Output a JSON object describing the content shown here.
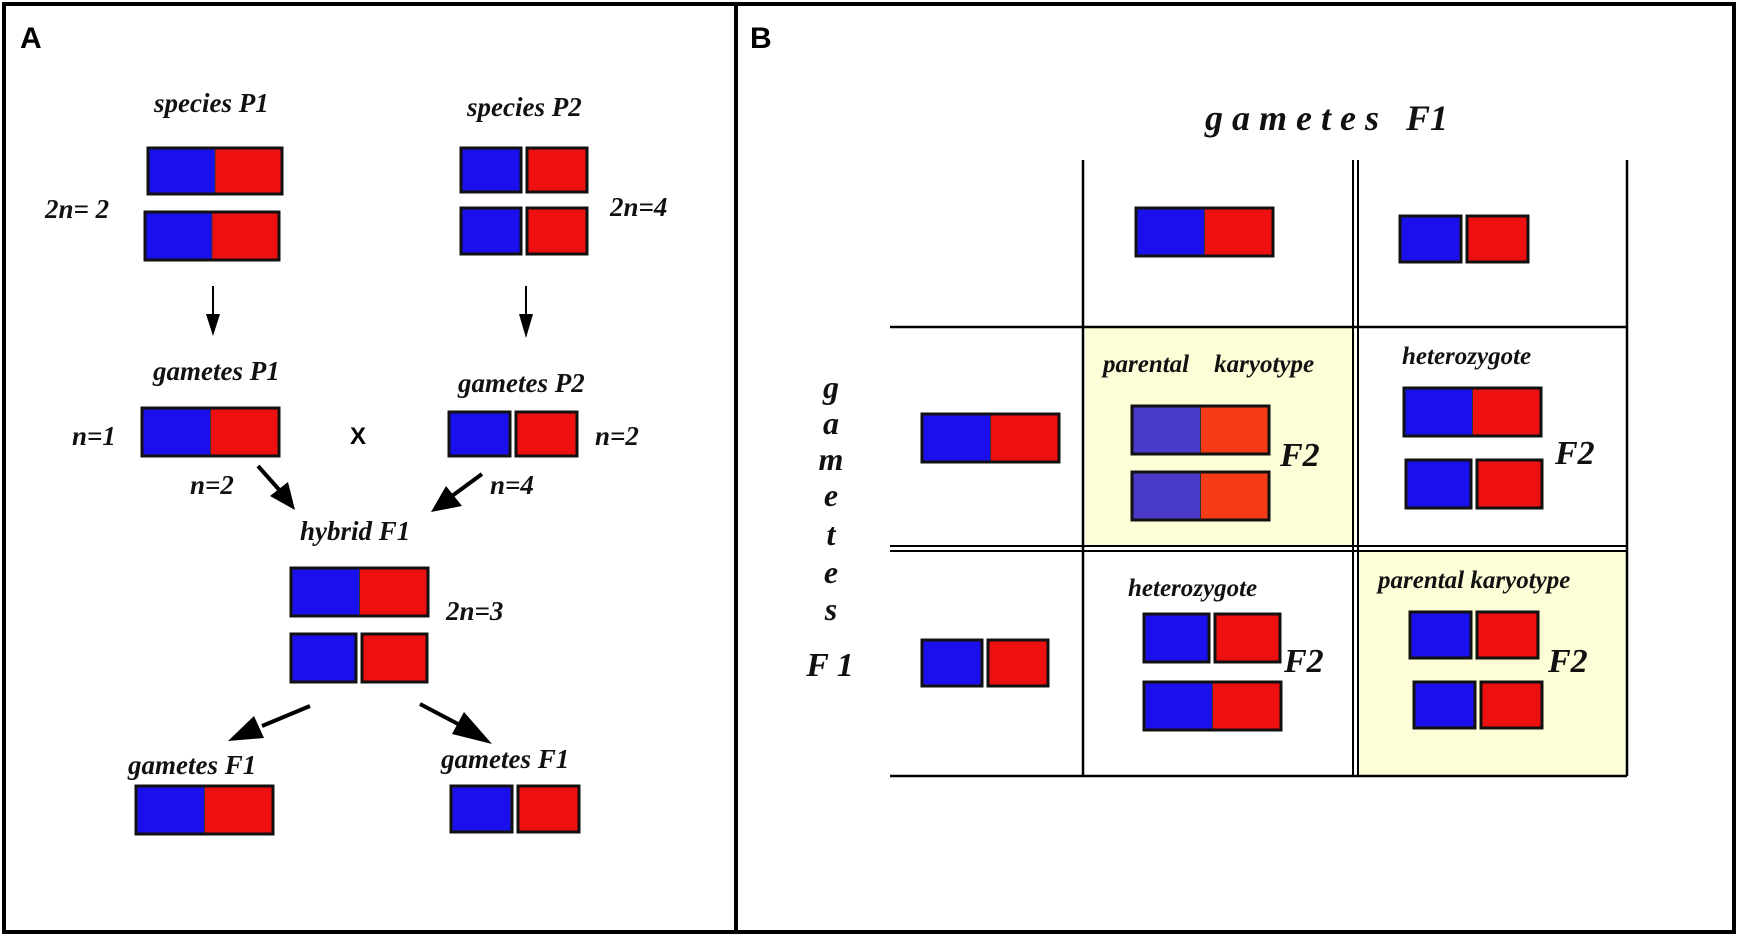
{
  "colors": {
    "blue": "#1a10ee",
    "red": "#ee1010",
    "dull_blue": "#4a3ac8",
    "dull_red": "#f43a16",
    "highlight": "#fdfdd8",
    "ink": "#111111"
  },
  "panel_a": {
    "letter": "A",
    "species_p1": "species P1",
    "species_p2": "species P2",
    "ploidy_p1": "2n= 2",
    "ploidy_p2": "2n=4",
    "gametes_p1": "gametes P1",
    "gametes_p2": "gametes P2",
    "n_p1": "n=1",
    "n_p2": "n=2",
    "cross": "X",
    "n_left": "n=2",
    "n_right": "n=4",
    "hybrid": "hybrid F1",
    "ploidy_f1": "2n=3",
    "gametes_f1_left": "gametes F1",
    "gametes_f1_right": "gametes F1"
  },
  "panel_b": {
    "letter": "B",
    "top_header": "g a m e t e s   F1",
    "side_header_letters": [
      "g",
      "a",
      "m",
      "e",
      "t",
      "e",
      "s"
    ],
    "side_header_f1": "F 1",
    "cell_parental_1": "parental    karyotype",
    "cell_hetero_1": "heterozygote",
    "cell_hetero_2": "heterozygote",
    "cell_parental_2": "parental karyotype",
    "f2": "F2"
  }
}
